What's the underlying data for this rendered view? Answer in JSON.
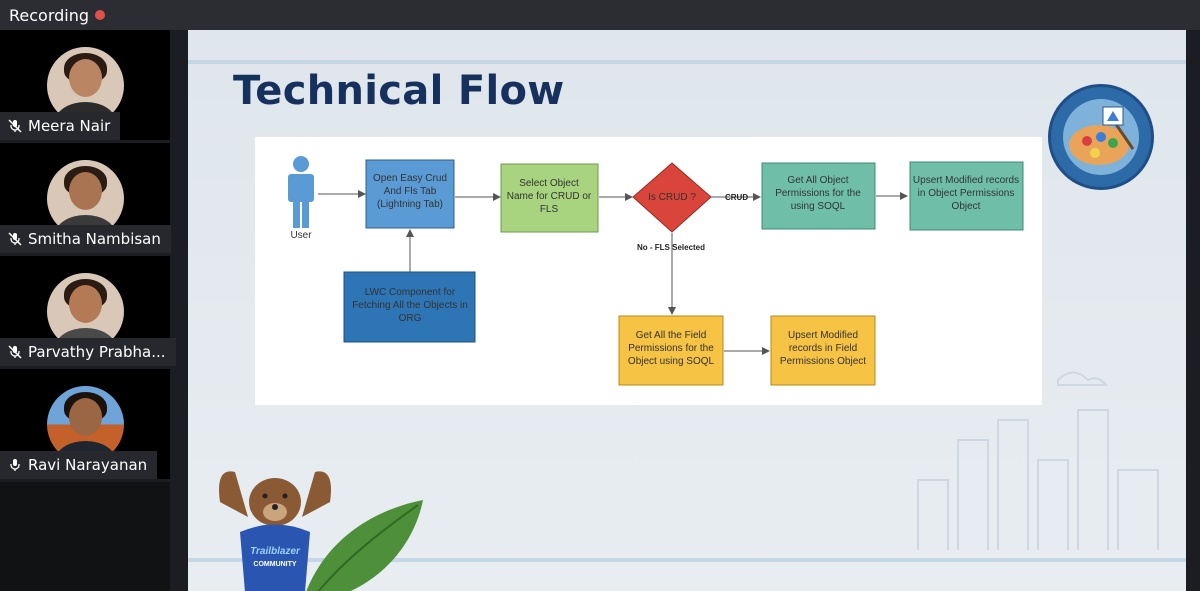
{
  "recording": {
    "label": "Recording",
    "dot_color": "#e0504a"
  },
  "participants": [
    {
      "name": "Meera Nair",
      "muted": true
    },
    {
      "name": "Smitha Nambisan",
      "muted": true
    },
    {
      "name": "Parvathy Prabha...",
      "muted": true
    },
    {
      "name": "Ravi Narayanan",
      "muted": false
    }
  ],
  "slide": {
    "title": "Technical Flow",
    "mascot_text": {
      "line1": "Trailblazer",
      "line2": "COMMUNITY"
    }
  },
  "flow": {
    "user_label": "User",
    "nodes": {
      "open_tab": [
        "Open Easy Crud",
        "And Fls Tab",
        "(Lightning Tab)"
      ],
      "lwc": [
        "LWC Component for",
        "Fetching All the Objects in",
        "ORG"
      ],
      "select_object": [
        "Select Object",
        "Name for CRUD or",
        "FLS"
      ],
      "is_crud": "Is CRUD ?",
      "get_object_perms": [
        "Get All Object",
        "Permissions for the",
        "using SOQL"
      ],
      "upsert_object": [
        "Upsert Modified records",
        "in Object Permissions",
        "Object"
      ],
      "get_field_perms": [
        "Get All the Field",
        "Permissions for the",
        "Object using SOQL"
      ],
      "upsert_field": [
        "Upsert Modified",
        "records in Field",
        "Permissions Object"
      ]
    },
    "edge_labels": {
      "crud": "CRUD",
      "fls": "No - FLS Selected"
    },
    "colors": {
      "blue_light": "#5b9bd5",
      "blue_dark": "#2e75b6",
      "green": "#a9d47f",
      "red": "#d9443b",
      "teal": "#6fbfa8",
      "yellow": "#f6c344",
      "title": "#16315e"
    }
  }
}
